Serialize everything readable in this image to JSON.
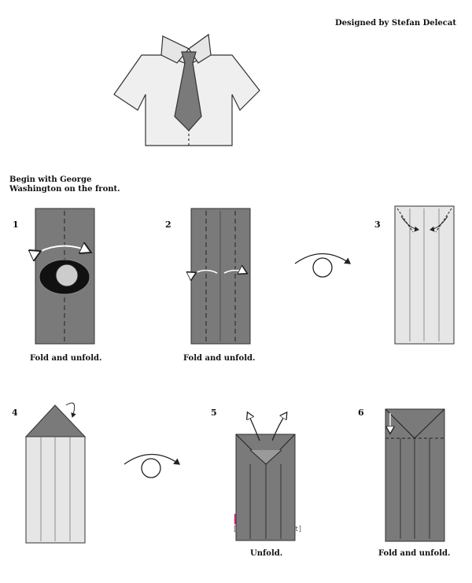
{
  "header": {
    "credit": "Designed by Stefan Delecat"
  },
  "intro": {
    "line1": "Begin with George",
    "line2": "Washington on the front."
  },
  "steps": [
    {
      "number": "1",
      "caption": "Fold and unfold."
    },
    {
      "number": "2",
      "caption": "Fold and unfold."
    },
    {
      "number": "3",
      "caption": ""
    },
    {
      "number": "4",
      "caption": ""
    },
    {
      "number": "5",
      "caption": "Unfold."
    },
    {
      "number": "6",
      "caption": "Fold and unfold."
    }
  ],
  "watermark": {
    "brand": "陌陌纸艺网",
    "url": "[www.saysay.net]"
  },
  "colors": {
    "paper_dark": "#7a7a7a",
    "paper_light": "#e6e6e6",
    "line": "#333333"
  }
}
